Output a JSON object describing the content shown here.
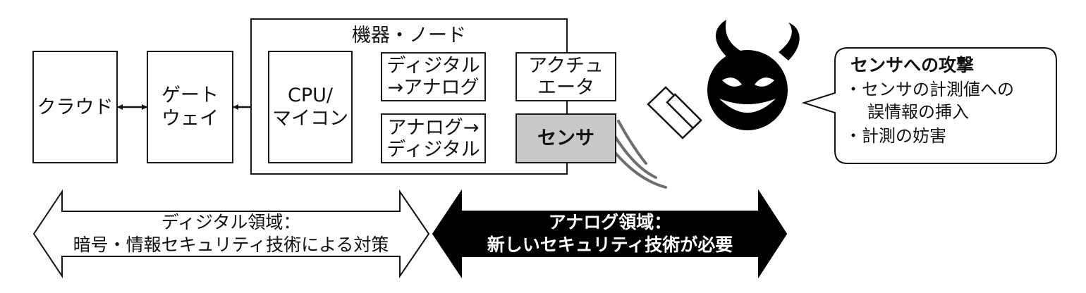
{
  "diagram": {
    "cloud": "クラウド",
    "gateway": [
      "ゲート",
      "ウェイ"
    ],
    "device_node": "機器・ノード",
    "cpu": [
      "CPU/",
      "マイコン"
    ],
    "dac": [
      "ディジタル",
      "→アナログ"
    ],
    "actuator": [
      "アクチュ",
      "エータ"
    ],
    "adc": [
      "アナログ→",
      "ディジタル"
    ],
    "sensor": "センサ",
    "sensor_fill": "#c8c8c8"
  },
  "attack_bubble": {
    "title": "センサへの攻撃",
    "item1": [
      "・センサの計測値への",
      "誤情報の挿入"
    ],
    "item2": "・計測の妨害"
  },
  "domains": {
    "digital": [
      "ディジタル領域：",
      "暗号・情報セキュリティ技術による対策"
    ],
    "analog": [
      "アナログ領域：",
      "新しいセキュリティ技術が必要"
    ],
    "digital_fill": "#ffffff",
    "analog_fill": "#000000"
  },
  "icons": [
    "devil-icon",
    "laser-emitter-icon",
    "signal-wave-icon",
    "double-arrow-icon"
  ]
}
